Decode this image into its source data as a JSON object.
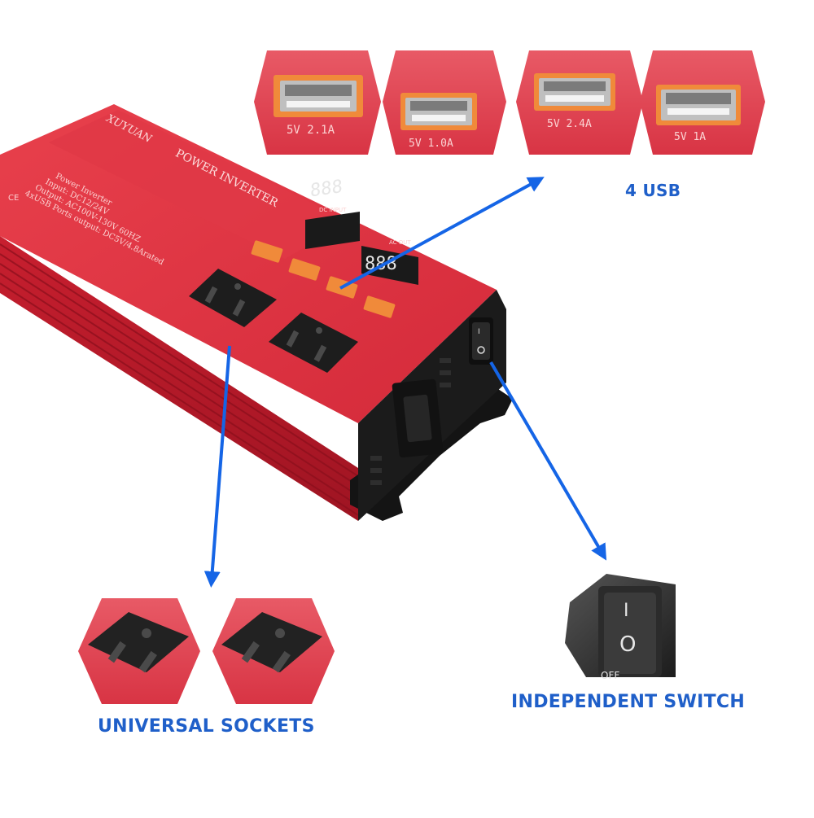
{
  "product": {
    "brand": "XUYUAN",
    "model_label": "POWER INVERTER",
    "spec_lines": [
      "Power Inverter",
      "Input: DC12/24V",
      "Output: AC100V-130V 60HZ",
      "4xUSB Ports output: DC5V/4.8Arated"
    ],
    "display_labels": [
      "DC INPUT",
      "AC OUT"
    ],
    "display_readout": "888"
  },
  "usb_ports": [
    {
      "label": "5V 2.1A"
    },
    {
      "label": "5V 1.0A"
    },
    {
      "label": "5V 2.4A"
    },
    {
      "label": "5V 1A"
    }
  ],
  "switch": {
    "on_mark": "I",
    "off_mark": "O",
    "off_text": "OFF"
  },
  "callouts": {
    "usb": "4 USB",
    "sockets": "UNIVERSAL SOCKETS",
    "switch": "INDEPENDENT SWITCH"
  },
  "colors": {
    "housing_red": "#d8283a",
    "panel_red": "#e8454f",
    "arrow_blue": "#1565e6",
    "callout_blue": "#1f5fc9",
    "usb_orange": "#f08a3a",
    "socket_black": "#222222"
  }
}
